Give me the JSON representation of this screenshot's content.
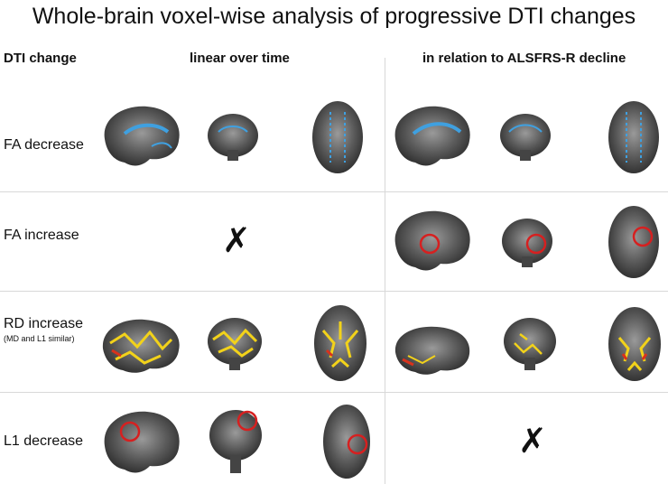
{
  "title": "Whole-brain voxel-wise analysis of progressive DTI changes",
  "headers": {
    "dti_change": "DTI change",
    "linear": "linear over time",
    "alsfrs": "in relation to ALSFRS-R decline"
  },
  "rows": [
    {
      "label": "FA decrease",
      "sublabel": ""
    },
    {
      "label": "FA increase",
      "sublabel": ""
    },
    {
      "label": "RD increase",
      "sublabel": "(MD and L1 similar)"
    },
    {
      "label": "L1 decrease",
      "sublabel": ""
    }
  ],
  "no_result_marker": "✗",
  "colors": {
    "blue_overlay": "#3fa0e0",
    "yellow_overlay": "#f2d21a",
    "red_overlay": "#d8321c",
    "circle": "#d62020"
  }
}
